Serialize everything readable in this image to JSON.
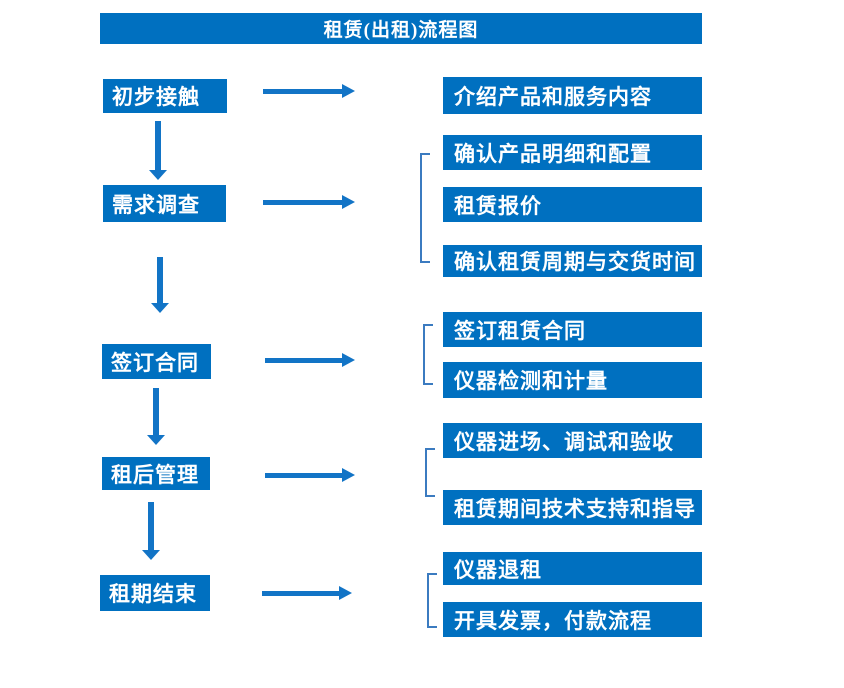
{
  "title": "租赁(出租)流程图",
  "colors": {
    "primary": "#0070C0",
    "arrow": "#1274C6",
    "bracket": "#3b7bc0",
    "text": "#ffffff",
    "bg": "#ffffff"
  },
  "groups": [
    {
      "step": "初步接触",
      "outputs": [
        "介绍产品和服务内容"
      ]
    },
    {
      "step": "需求调查",
      "outputs": [
        "确认产品明细和配置",
        "租赁报价",
        "确认租赁周期与交货时间"
      ]
    },
    {
      "step": "签订合同",
      "outputs": [
        "签订租赁合同",
        "仪器检测和计量"
      ]
    },
    {
      "step": "租后管理",
      "outputs": [
        "仪器进场、调试和验收",
        "租赁期间技术支持和指导"
      ]
    },
    {
      "step": "租期结束",
      "outputs": [
        "仪器退租",
        "开具发票，付款流程"
      ]
    }
  ]
}
